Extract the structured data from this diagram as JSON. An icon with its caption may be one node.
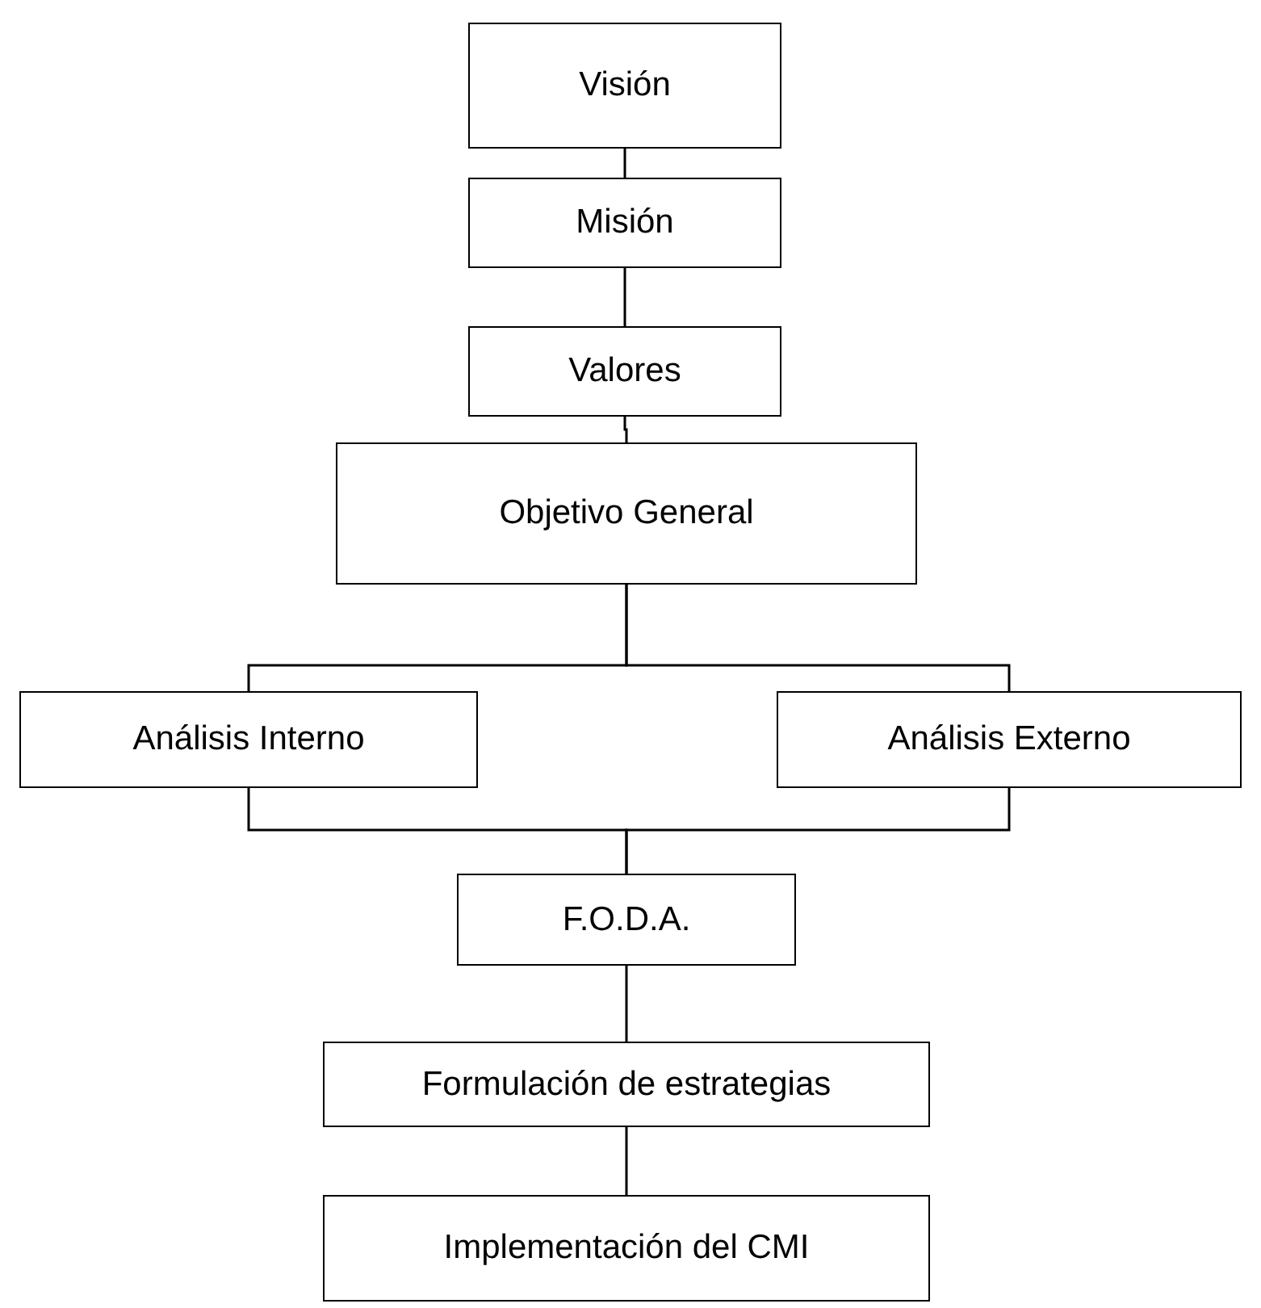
{
  "diagram": {
    "nodes": [
      {
        "text": [
          "Visión"
        ]
      },
      {
        "text": [
          "Misión"
        ]
      },
      {
        "text": [
          "Valores"
        ]
      },
      {
        "text": [
          "Objetivo General"
        ]
      },
      {
        "text": [
          "Análisis Interno"
        ]
      },
      {
        "text": [
          "Análisis Externo"
        ]
      },
      {
        "text": [
          "F.O.D.A."
        ]
      },
      {
        "text": [
          "Formulación de estrategias"
        ]
      },
      {
        "text": [
          "Implementación del CMI"
        ]
      }
    ],
    "edges": [
      {
        "from": 0,
        "to": 1,
        "arrow": "none"
      },
      {
        "from": 1,
        "to": 2,
        "arrow": "none"
      },
      {
        "from": 2,
        "to": 3,
        "arrow": "none"
      },
      {
        "from": 3,
        "to": 4,
        "arrow": "none"
      },
      {
        "from": 3,
        "to": 5,
        "arrow": "none"
      },
      {
        "from": 4,
        "to": 6,
        "arrow": "none"
      },
      {
        "from": 5,
        "to": 6,
        "arrow": "none"
      },
      {
        "from": 6,
        "to": 7,
        "arrow": "none"
      },
      {
        "from": 7,
        "to": 8,
        "arrow": "none"
      }
    ]
  }
}
